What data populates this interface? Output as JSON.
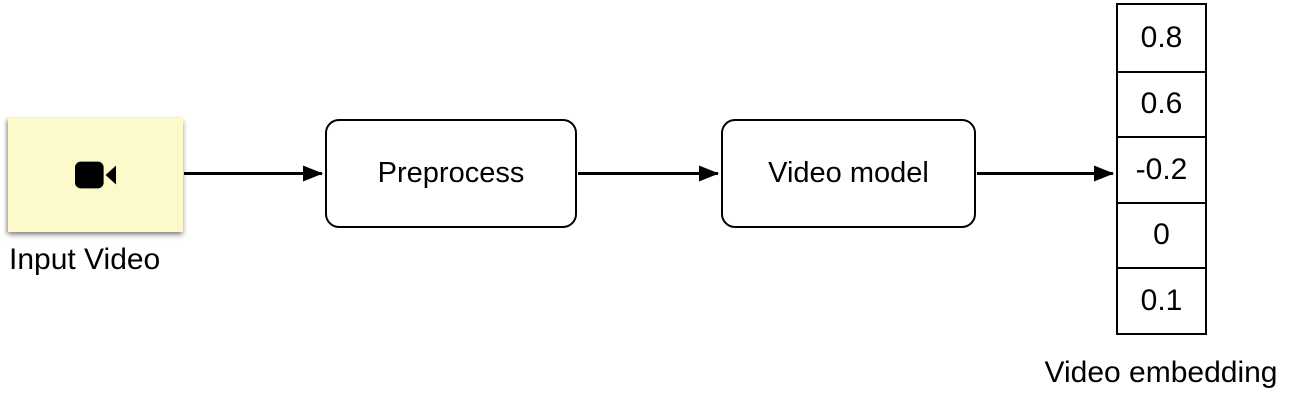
{
  "figure": {
    "colors": {
      "background": "#FFFFFF",
      "stroke": "#000000",
      "text": "#000000",
      "input_node_fill": "#FCFACB"
    },
    "nodes": {
      "input_video": {
        "label": "Input Video",
        "icon": "video-camera-icon"
      },
      "preprocess": {
        "label": "Preprocess"
      },
      "video_model": {
        "label": "Video model"
      }
    },
    "embedding": {
      "label": "Video embedding",
      "values": [
        "0.8",
        "0.6",
        "-0.2",
        "0",
        "0.1"
      ]
    }
  }
}
